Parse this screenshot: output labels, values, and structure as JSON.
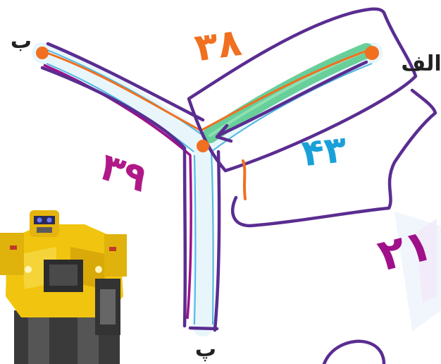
{
  "points": {
    "alef": {
      "label": "الف"
    },
    "be": {
      "label": "ب"
    },
    "pe": {
      "label": "پ"
    }
  },
  "annotations": {
    "top": {
      "text": "۳۸",
      "color": "#f07020"
    },
    "left": {
      "text": "۳۹",
      "color": "#b01888"
    },
    "right": {
      "text": "۴۳",
      "color": "#1aa0d8"
    },
    "lower_right": {
      "text": "۲۱",
      "color": "#b01888"
    }
  },
  "colors": {
    "purple_ink": "#5a2d91",
    "orange_ink": "#f07020",
    "magenta_ink": "#a0108a",
    "cyan_road": "#4fb6e0",
    "green_highlight": "#3ec07a",
    "road_fill": "#e8f6fc",
    "node": "#f07020"
  },
  "illustration": {
    "name": "yellow-robot-figure"
  }
}
